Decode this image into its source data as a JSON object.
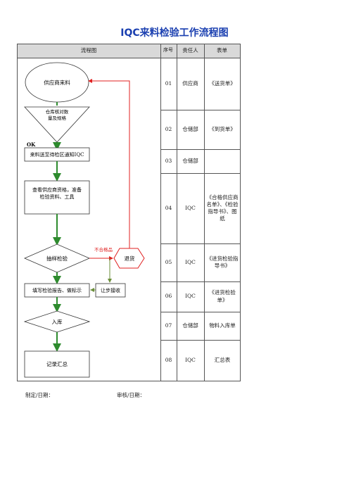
{
  "title": "IQC来料检验工作流程图",
  "headers": {
    "flow": "流程图",
    "seq": "序号",
    "owner": "责任人",
    "form": "表单"
  },
  "rows": [
    {
      "seq": "01",
      "owner": "供应商",
      "form": "《送货单》"
    },
    {
      "seq": "02",
      "owner": "仓储部",
      "form": "《到货单》"
    },
    {
      "seq": "03",
      "owner": "仓储部",
      "form": ""
    },
    {
      "seq": "04",
      "owner": "IQC",
      "form": "《合格供应商名单》、《检验指导书》、图纸"
    },
    {
      "seq": "05",
      "owner": "IQC",
      "form": "《进货检验指导书》"
    },
    {
      "seq": "06",
      "owner": "IQC",
      "form": "《进货检验单》"
    },
    {
      "seq": "07",
      "owner": "仓储部",
      "form": "物料入库单"
    },
    {
      "seq": "08",
      "owner": "IQC",
      "form": "汇总表"
    }
  ],
  "flow": {
    "start": "供应商来料",
    "check_line1": "仓库核对数",
    "check_line2": "量及规格",
    "ok": "OK",
    "notify": "来料送至待检区通知IQC",
    "prepare_line1": "查看供应商资格，准备",
    "prepare_line2": "检验资料、工具",
    "inspect": "抽样检验",
    "ng": "不合格品",
    "return": "退货",
    "report": "填写检验报告、做标示",
    "concession": "让步接收",
    "store": "入库",
    "record": "记录汇总"
  },
  "footer": {
    "maker": "制定/日期：",
    "auditor": "审核/日期："
  },
  "colors": {
    "flow_line": "#2e8b2e",
    "reject_line": "#e02020",
    "concession_line": "#6b8e3a",
    "title": "#1a3fb0",
    "header_bg": "#d9d9d9"
  }
}
